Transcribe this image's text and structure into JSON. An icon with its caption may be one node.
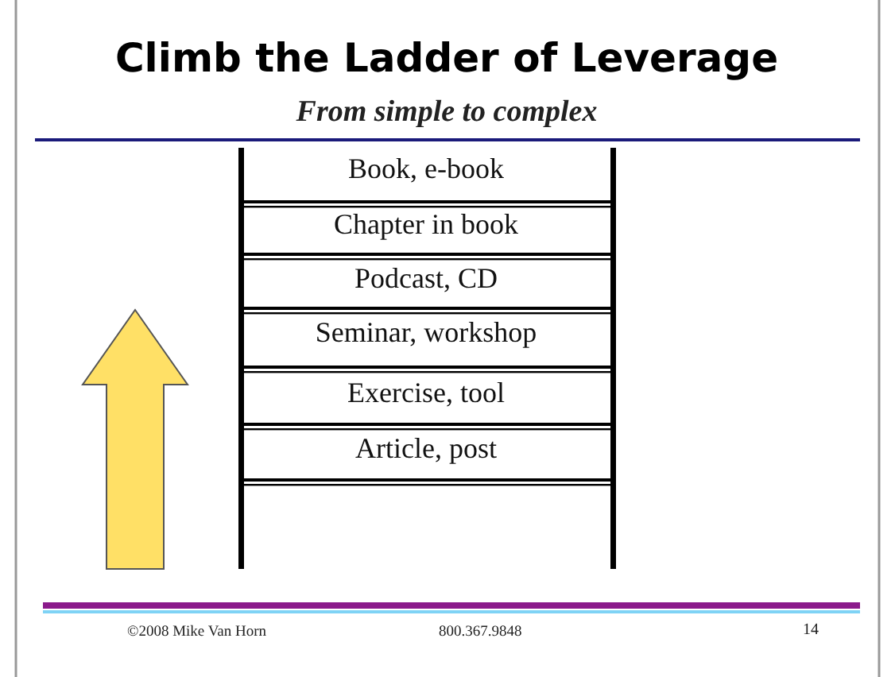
{
  "diagram": {
    "title": "Climb the Ladder of Leverage",
    "labels": [
      "From simple to complex",
      "Book,  e-book",
      "Chapter in book",
      "Podcast, CD",
      "Seminar, workshop",
      "Exercise,  tool",
      "Article, post",
      "©2008 Mike Van Horn",
      "800.367.9848",
      "14"
    ]
  }
}
